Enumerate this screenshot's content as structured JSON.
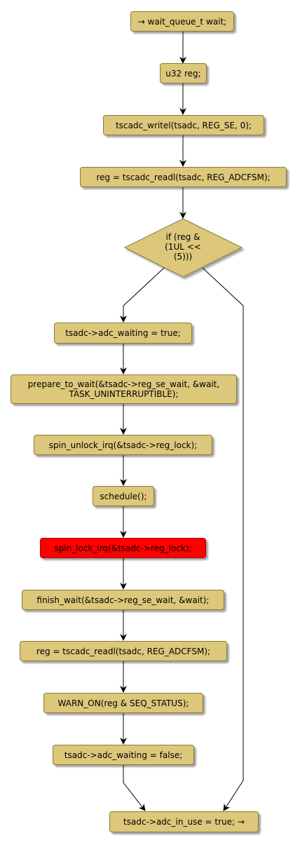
{
  "nodes": {
    "n1": "→ wait_queue_t wait;",
    "n2": "u32 reg;",
    "n3": "tscadc_writel(tsadc, REG_SE, 0);",
    "n4": "reg = tscadc_readl(tsadc, REG_ADCFSM);",
    "decision": "if (reg &\n(1UL <<\n(5)))",
    "n5": "tsadc->adc_waiting = true;",
    "n6": "prepare_to_wait(&tsadc->reg_se_wait, &wait,\nTASK_UNINTERRUPTIBLE);",
    "n7": "spin_unlock_irq(&tsadc->reg_lock);",
    "n8": "schedule();",
    "n9": "spin_lock_irq(&tsadc->reg_lock);",
    "n10": "finish_wait(&tsadc->reg_se_wait, &wait);",
    "n11": "reg = tscadc_readl(tsadc, REG_ADCFSM);",
    "n12": "WARN_ON(reg & SEQ_STATUS);",
    "n13": "tsadc->adc_waiting = false;",
    "n14": "tsadc->adc_in_use = true; →"
  },
  "colors": {
    "node_fill": "#dcc77a",
    "node_border": "#8a7a3a",
    "highlight_fill": "#ff0000",
    "edge": "#000000"
  }
}
